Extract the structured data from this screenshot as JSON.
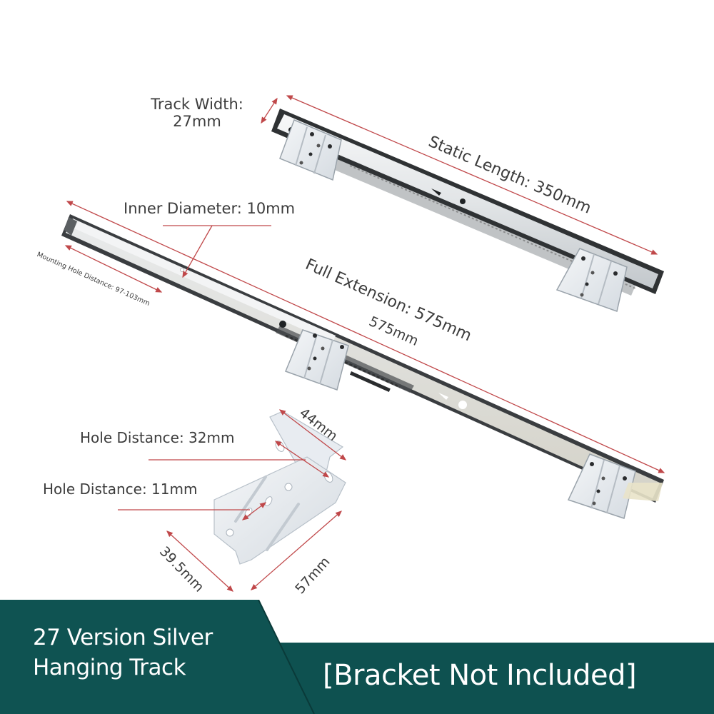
{
  "product": {
    "title_line1": "27 Version Silver",
    "title_line2": "Hanging Track",
    "note": "[Bracket Not Included]"
  },
  "annotations": {
    "track_width": {
      "label": "Track Width:",
      "value": "27mm"
    },
    "static_length": "Static Length: 350mm",
    "inner_diameter": "Inner Diameter: 10mm",
    "mounting_hole_distance": "Mounting Hole Distance: 97-103mm",
    "full_extension": "Full Extension: 575mm",
    "full_extension_short": "575mm"
  },
  "bracket": {
    "hole_distance_32": "Hole Distance: 32mm",
    "hole_distance_11": "Hole Distance: 11mm",
    "width_44": "44mm",
    "length_57": "57mm",
    "depth_39_5": "39.5mm"
  },
  "colors": {
    "banner": "#0f5352",
    "banner_text": "#ffffff",
    "dimension_line": "#c0484a",
    "label_text": "#3c3c3c",
    "steel_light": "#eef0f1",
    "steel_mid": "#c9ced2",
    "steel_dark": "#3a3d40"
  }
}
